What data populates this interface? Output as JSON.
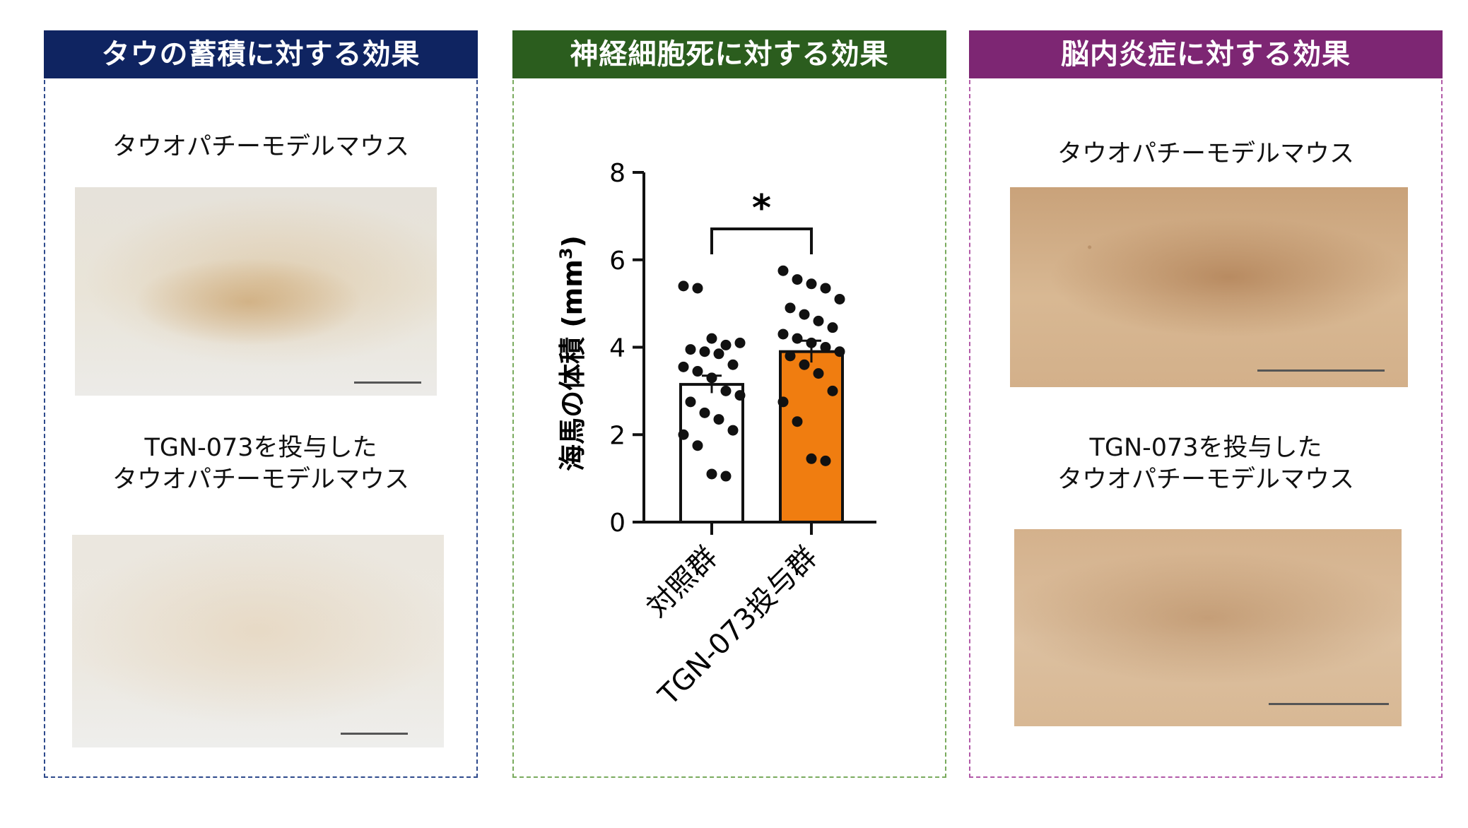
{
  "panels": [
    {
      "title": "タウの蓄積に対する効果",
      "label_top": "タウオパチーモデルマウス",
      "label_bottom_line1": "TGN-073を投与した",
      "label_bottom_line2": "タウオパチーモデルマウス"
    },
    {
      "title": "神経細胞死に対する効果"
    },
    {
      "title": "脳内炎症に対する効果",
      "label_top": "タウオパチーモデルマウス",
      "label_bottom_line1": "TGN-073を投与した",
      "label_bottom_line2": "タウオパチーモデルマウス"
    }
  ],
  "colors": {
    "panel1_header": "#0f2461",
    "panel2_header": "#2b5d1e",
    "panel3_header": "#7d2673",
    "treated_bar": "#f07d10",
    "control_bar": "#ffffff"
  },
  "chart_data": {
    "type": "bar",
    "categories": [
      "対照群",
      "TGN-073投与群"
    ],
    "values": [
      3.15,
      3.9
    ],
    "errors": [
      0.2,
      0.25
    ],
    "points": [
      [
        5.4,
        5.35,
        4.2,
        4.05,
        4.1,
        3.95,
        3.9,
        3.85,
        3.6,
        3.55,
        3.45,
        3.3,
        3.0,
        2.9,
        2.75,
        2.5,
        2.35,
        2.1,
        2.0,
        1.75,
        1.1,
        1.05
      ],
      [
        5.75,
        5.55,
        5.45,
        5.35,
        5.1,
        4.9,
        4.75,
        4.6,
        4.45,
        4.3,
        4.2,
        4.1,
        4.0,
        3.9,
        3.8,
        3.6,
        3.4,
        3.0,
        2.75,
        2.3,
        1.45,
        1.4
      ]
    ],
    "ylabel": "海馬の体積 (mm",
    "ylabel_sup": "3",
    "ylabel_close": ")",
    "ylim": [
      0,
      8
    ],
    "yticks": [
      "0",
      "2",
      "4",
      "6",
      "8"
    ],
    "significance": "*"
  }
}
